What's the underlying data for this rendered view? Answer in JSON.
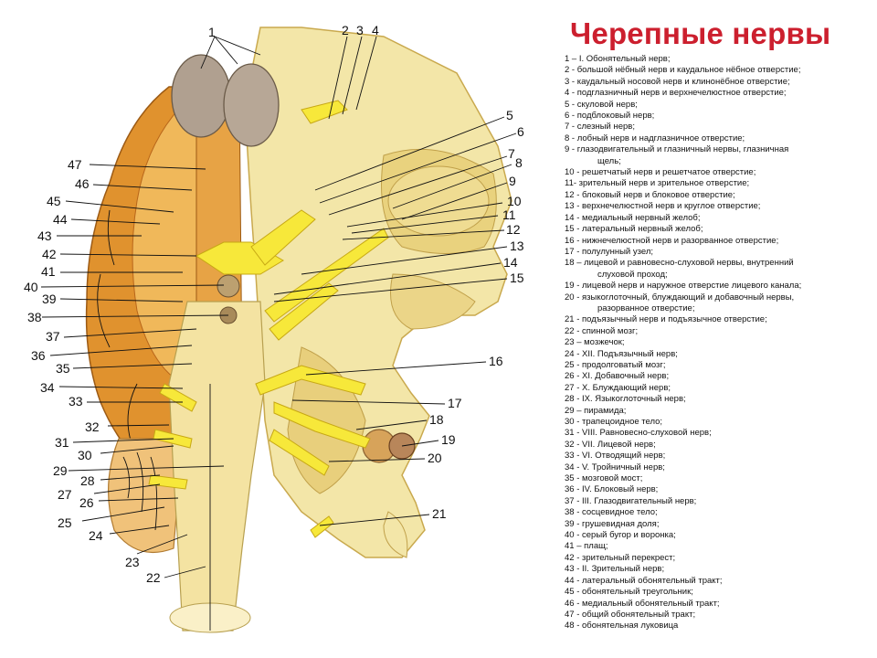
{
  "title": "Черепные нервы",
  "legend": [
    "1 – I. Обонятельный нерв;",
    "2 - большой нёбный нерв и каудальное нёбное отверстие;",
    "3 - каудальный носовой нерв и клинонёбное отверстие;",
    "4 - подглазничный нерв и верхнечелюстное отверстие;",
    "5 - скуловой нерв;",
    "6 - подблоковый нерв;",
    "7 - слезный нерв;",
    "8 - лобный нерв и надглазничное отверстие;",
    "9 - глазодвигательный и глазничный нервы, глазничная",
    "щель;",
    "10 - решетчатый нерв и решетчатое отверстие;",
    "11- зрительный нерв и зрительное отверстие;",
    "12 - блоковый нерв и блоковое отверстие;",
    "13 - верхнечелюстной нерв и круглое отверстие;",
    "14 - медиальный нервный желоб;",
    "15 - латеральный нервный желоб;",
    "16 - нижнечелюстной нерв и разорванное отверстие;",
    "17 - полулунный узел;",
    "18 – лицевой и равновесно-слуховой нервы, внутренний",
    "слуховой проход;",
    "19 - лицевой нерв и наружное отверстие лицевого канала;",
    "20 - языкоглоточный, блуждающий и добавочный нервы,",
    "разорванное отверстие;",
    "21 - подъязычный нерв и подъязычное отверстие;",
    "22 - спинной мозг;",
    "23 – мозжечок;",
    "24 - XII. Подъязычный нерв;",
    "25 - продолговатый мозг;",
    "26 - XI. Добавочный нерв;",
    "27 - X. Блуждающий нерв;",
    "28 - IX. Языкоглоточный нерв;",
    "29 – пирамида;",
    "30 - трапецоидное тело;",
    "31 - VIII. Равновесно-слуховой нерв;",
    "32 - VII. Лицевой нерв;",
    "33 - VI. Отводящий нерв;",
    "34 - V. Тройничный нерв;",
    "35 - мозговой мост;",
    "36 - IV. Блоковый нерв;",
    "37 - III. Глазодвигательный нерв;",
    "38 - сосцевидное тело;",
    "39 - грушевидная доля;",
    "40 - серый бугор и воронка;",
    "41 – плащ;",
    "42 - зрительный перекрест;",
    "43 - II. Зрительный нерв;",
    "44 - латеральный обонятельный тракт;",
    "45 - обонятельный треугольник;",
    "46 - медиальный обонятельный тракт;",
    "47 - общий обонятельный тракт;",
    "48 - обонятельная луковица"
  ],
  "figure_labels": [
    "1",
    "2",
    "3",
    "4",
    "5",
    "6",
    "7",
    "8",
    "9",
    "10",
    "11",
    "12",
    "13",
    "14",
    "15",
    "16",
    "17",
    "18",
    "19",
    "20",
    "21",
    "22",
    "23",
    "24",
    "25",
    "26",
    "27",
    "28",
    "29",
    "30",
    "31",
    "32",
    "33",
    "34",
    "35",
    "36",
    "37",
    "38",
    "39",
    "40",
    "41",
    "42",
    "43",
    "44",
    "45",
    "46",
    "47"
  ],
  "colors": {
    "title": "#cc1f2e",
    "bone": "#f3e6a8",
    "bone_shadow": "#d9c070",
    "brain_outer": "#e0922e",
    "brain_inner": "#f0b85a",
    "brain_dark": "#b8661a",
    "nerve": "#f7e83a",
    "bulb": "#b0a090",
    "cord": "#f4e3a2"
  }
}
